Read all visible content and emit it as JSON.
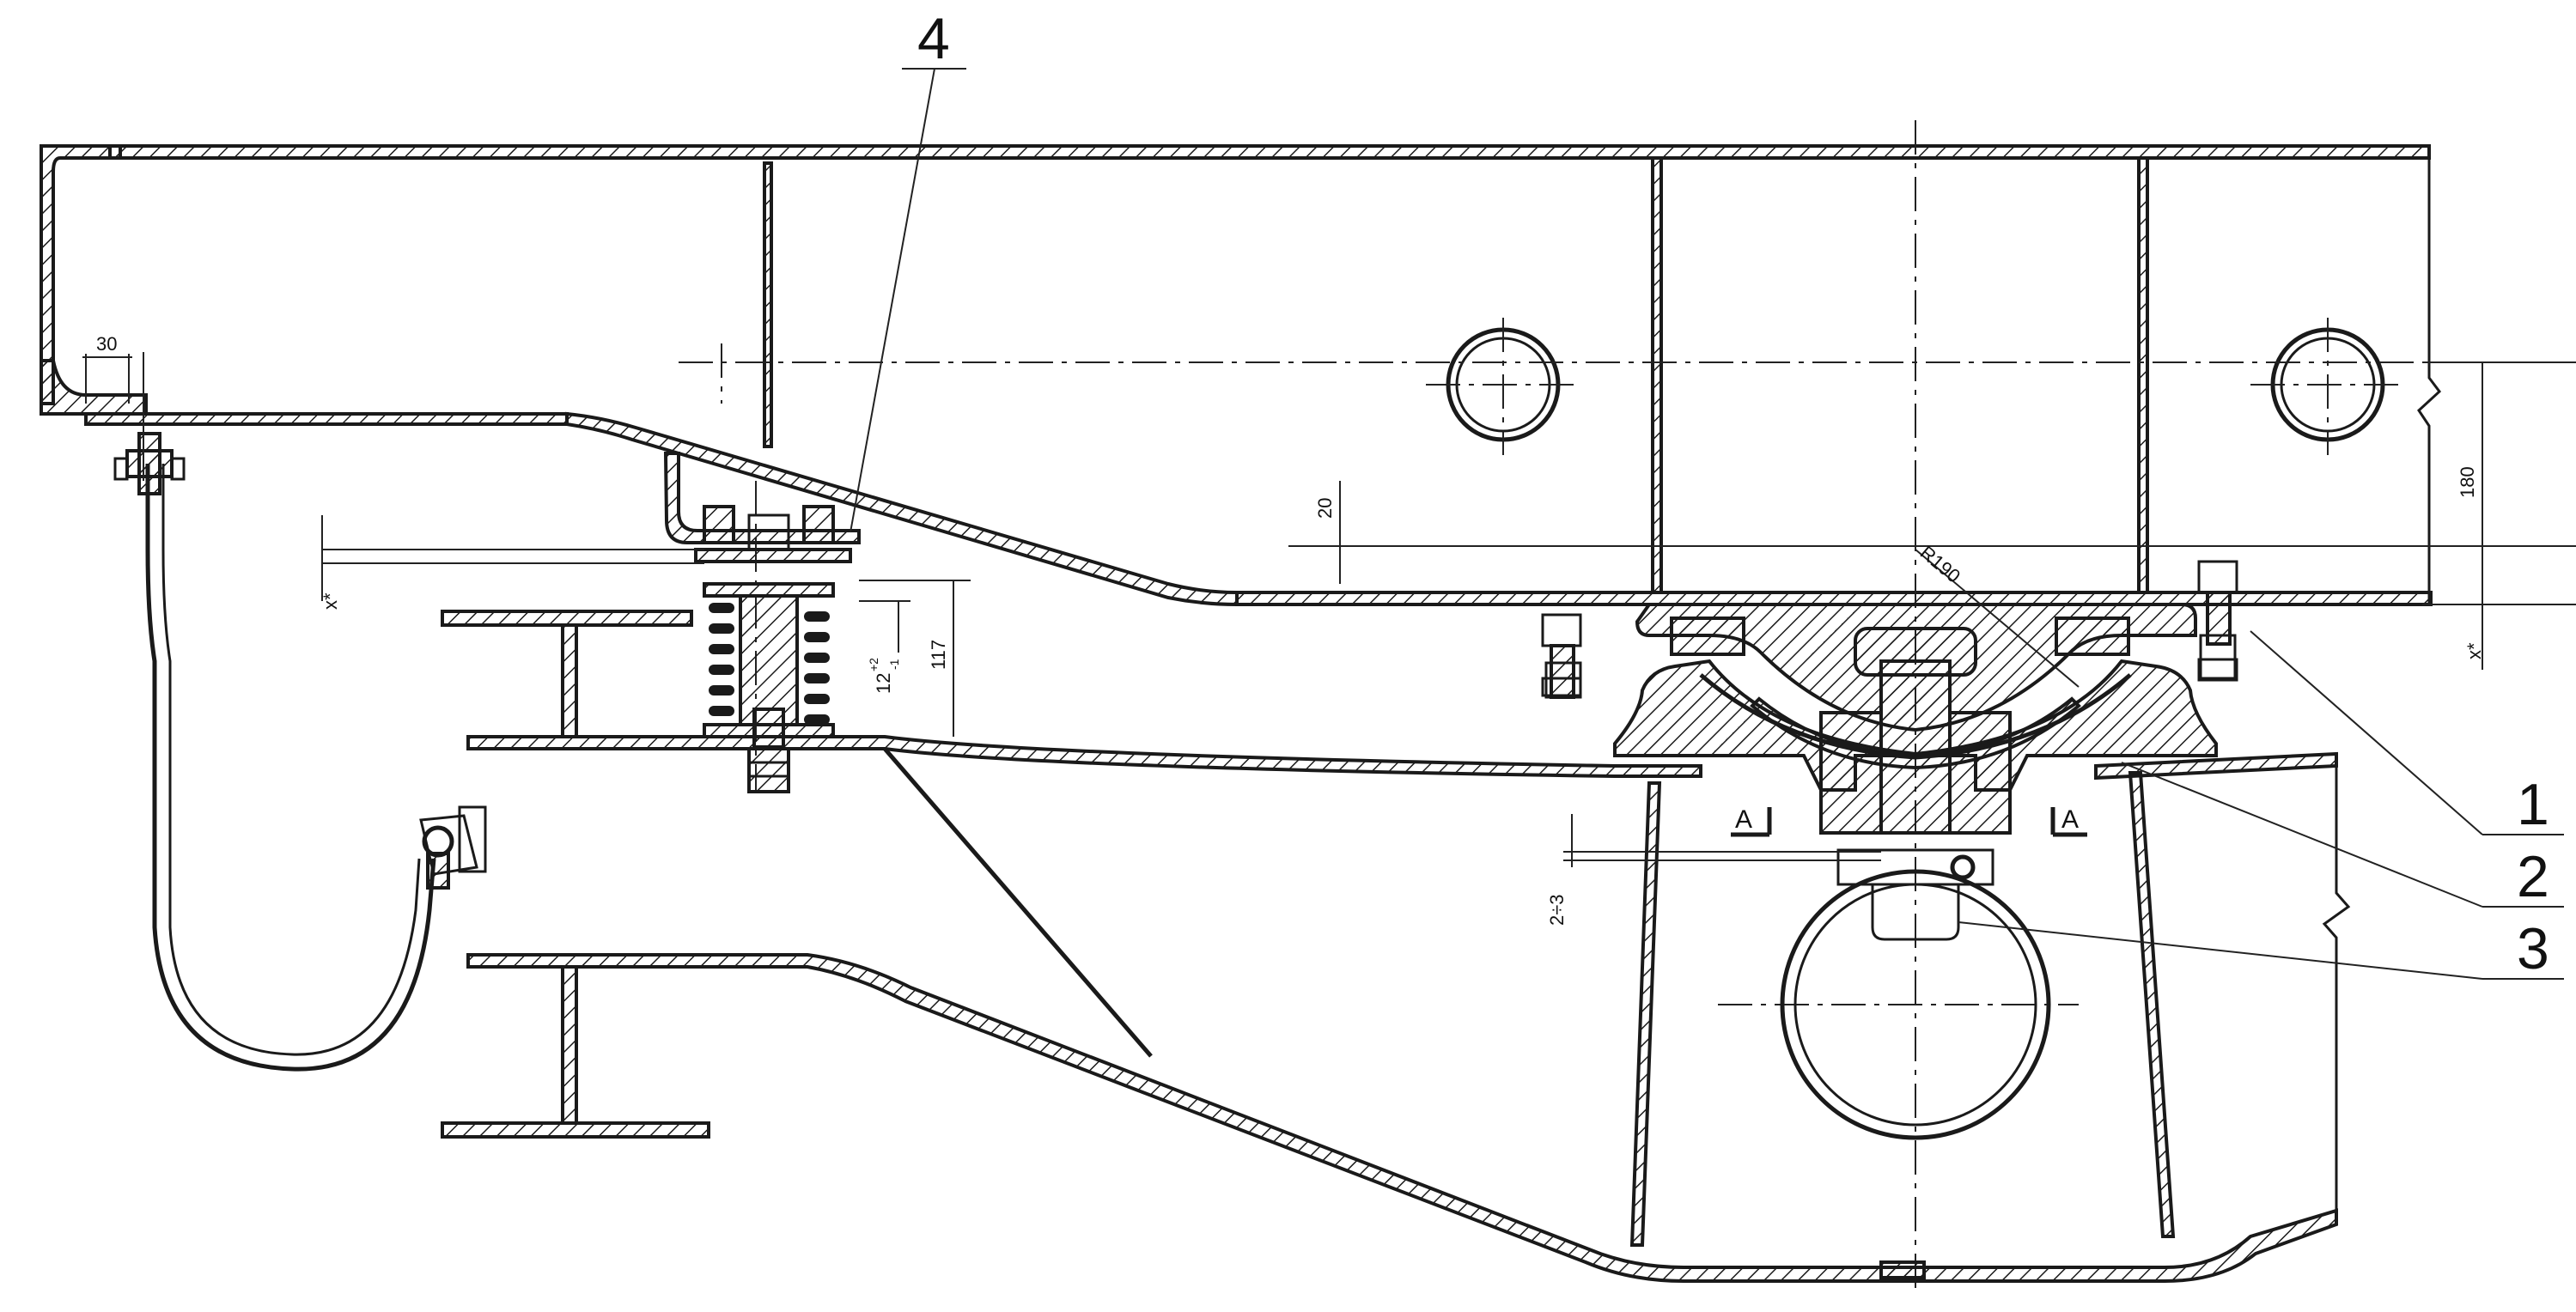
{
  "callouts": {
    "c1": "1",
    "c2": "2",
    "c3": "3",
    "c4": "4"
  },
  "dimensions": {
    "d30": "30",
    "d20": "20",
    "d180": "180",
    "d117": "117",
    "d12": "12",
    "d12_tol_upper": "+2",
    "d12_tol_lower": "-1",
    "radius": "R190",
    "d2_3": "2÷3",
    "x_left": "x*",
    "x_right": "x*"
  },
  "section": {
    "left_label": "A",
    "right_label": "A"
  }
}
